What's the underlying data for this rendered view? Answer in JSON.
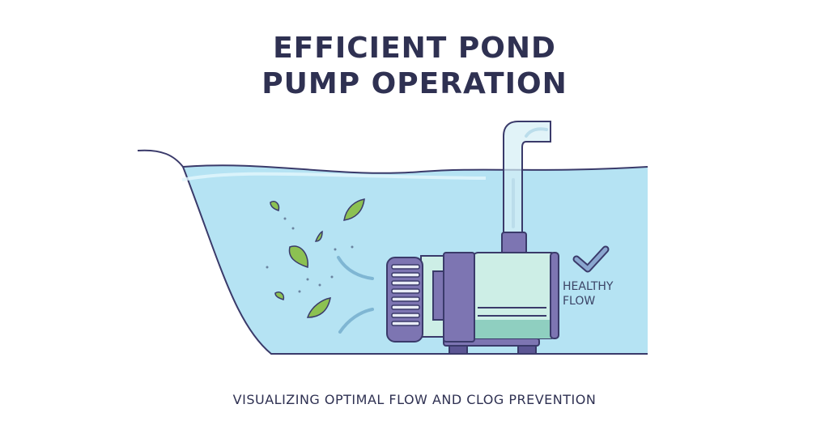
{
  "title": {
    "line1": "EFFICIENT POND",
    "line2": "PUMP OPERATION"
  },
  "status_label": {
    "line1": "HEALTHY",
    "line2": "FLOW",
    "icon": "checkmark-icon"
  },
  "caption": "VISUALIZING OPTIMAL FLOW AND CLOG PREVENTION",
  "colors": {
    "water": "#b5e3f3",
    "outline": "#3a3a6a",
    "pump": "#7d75b2",
    "leaf": "#8cc152",
    "text": "#2f3152"
  }
}
